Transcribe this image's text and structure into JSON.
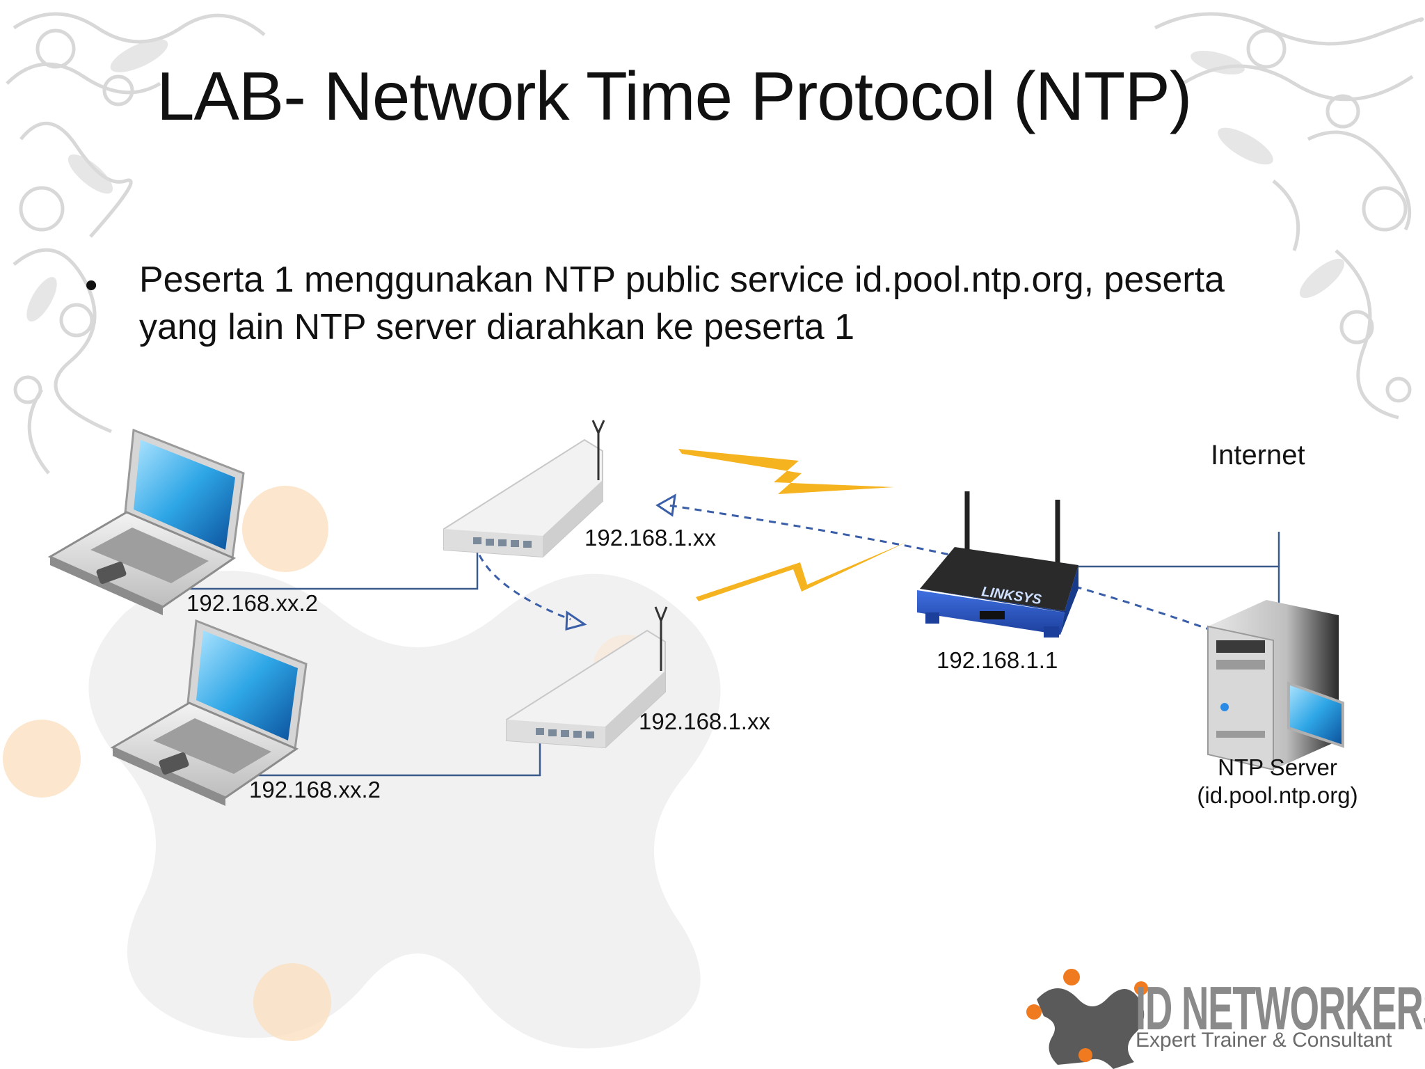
{
  "slide": {
    "title": "LAB- Network Time Protocol (NTP)",
    "bullet_lines": [
      "Peserta 1 menggunakan NTP public service id.pool.ntp.org, peserta",
      "yang lain NTP server diarahkan ke peserta 1"
    ]
  },
  "diagram": {
    "internet_label": "Internet",
    "laptop_top_ip": "192.168.xx.2",
    "laptop_bottom_ip": "192.168.xx.2",
    "router_top_ip": "192.168.1.xx",
    "router_bottom_ip": "192.168.1.xx",
    "ap_ip": "192.168.1.1",
    "ap_brand": "LINKSYS",
    "server_label": "NTP Server",
    "server_host": "(id.pool.ntp.org)"
  },
  "branding": {
    "logo_text": "ID NETWORKERS",
    "tagline": "Expert Trainer & Consultant"
  },
  "colors": {
    "accent_orange": "#f0a030",
    "link_blue": "#3a5a8c",
    "dash_blue": "#3a5ea8",
    "bolt_yellow": "#f6b320"
  }
}
